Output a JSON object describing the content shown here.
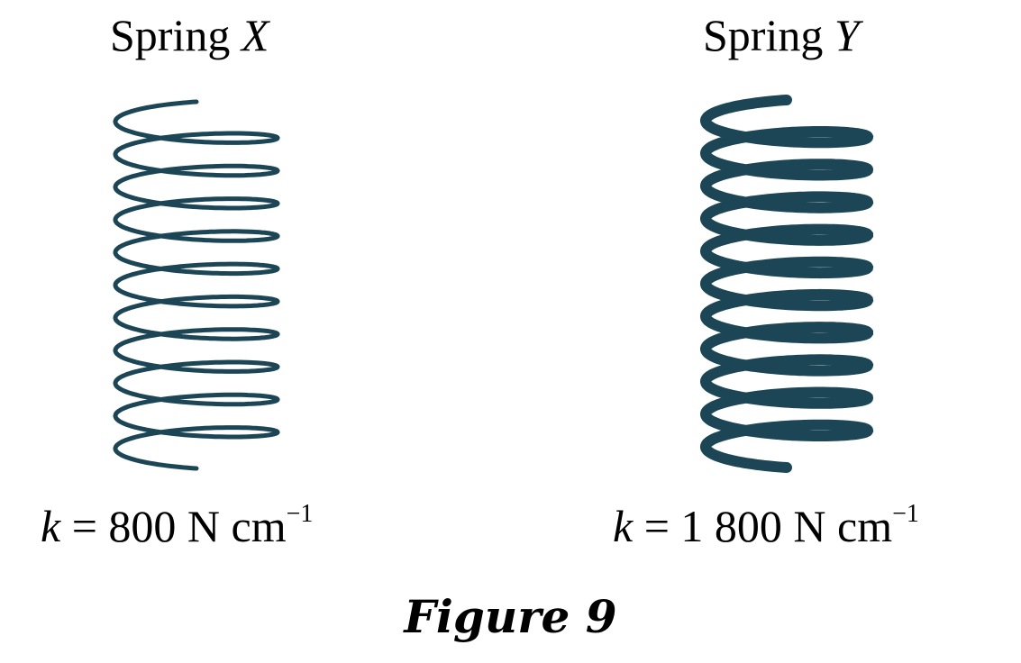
{
  "springs": [
    {
      "name": "Spring",
      "symbol": "X",
      "k_prefix": "k",
      "k_value": "= 800 N cm",
      "k_exp": "−1"
    },
    {
      "name": "Spring",
      "symbol": "Y",
      "k_prefix": "k",
      "k_value": "= 1 800 N cm",
      "k_exp": "−1"
    }
  ],
  "caption": "Figure 9",
  "colors": {
    "spring": "#1c4656"
  }
}
